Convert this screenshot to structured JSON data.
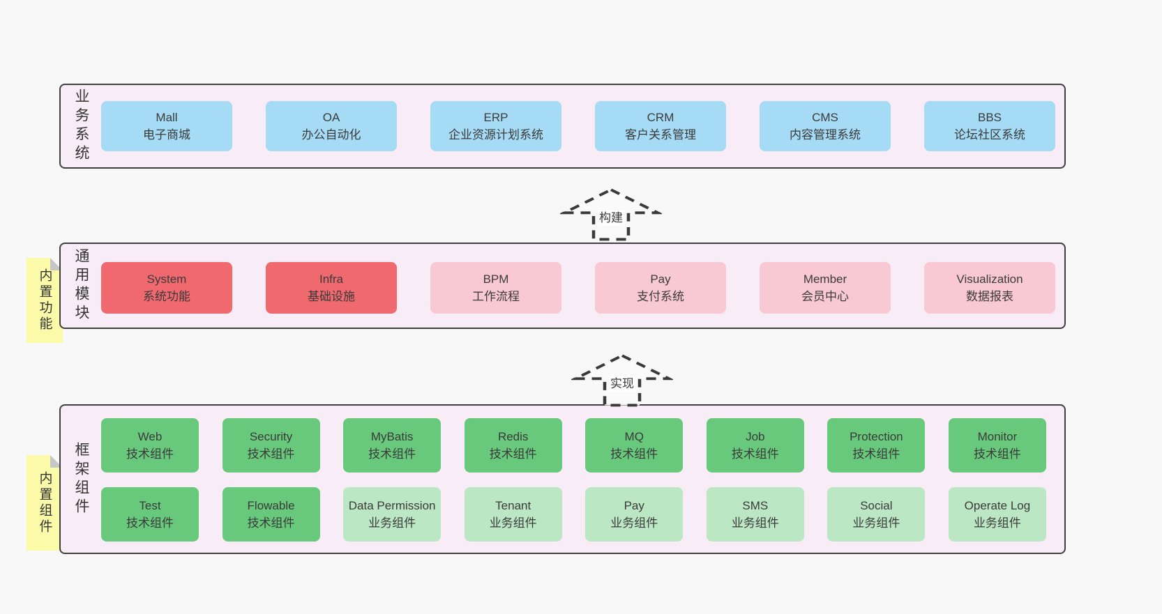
{
  "colors": {
    "page_background": "#f8f8f8",
    "container_background": "#f8edf6",
    "container_border": "#3f3f3f",
    "node_blue": "#a6dbf5",
    "node_red": "#f0696e",
    "node_pink": "#f9c9d3",
    "node_green": "#68c87c",
    "node_lightgreen": "#bce7c4",
    "sticky_yellow": "#fafaa8",
    "sticky_fold_gray": "#c6c6c6",
    "text": "#3a3a3a",
    "arrow_stroke": "#3a3a3a"
  },
  "layers": {
    "business": {
      "label": "业务系统",
      "boxes": [
        {
          "en": "Mall",
          "zh": "电子商城"
        },
        {
          "en": "OA",
          "zh": "办公自动化"
        },
        {
          "en": "ERP",
          "zh": "企业资源计划系统"
        },
        {
          "en": "CRM",
          "zh": "客户关系管理"
        },
        {
          "en": "CMS",
          "zh": "内容管理系统"
        },
        {
          "en": "BBS",
          "zh": "论坛社区系统"
        }
      ]
    },
    "modules": {
      "label": "通用模块",
      "boxes": [
        {
          "en": "System",
          "zh": "系统功能"
        },
        {
          "en": "Infra",
          "zh": "基础设施"
        },
        {
          "en": "BPM",
          "zh": "工作流程"
        },
        {
          "en": "Pay",
          "zh": "支付系统"
        },
        {
          "en": "Member",
          "zh": "会员中心"
        },
        {
          "en": "Visualization",
          "zh": "数据报表"
        }
      ]
    },
    "framework": {
      "label": "框架组件",
      "row1": [
        {
          "en": "Web",
          "zh": "技术组件"
        },
        {
          "en": "Security",
          "zh": "技术组件"
        },
        {
          "en": "MyBatis",
          "zh": "技术组件"
        },
        {
          "en": "Redis",
          "zh": "技术组件"
        },
        {
          "en": "MQ",
          "zh": "技术组件"
        },
        {
          "en": "Job",
          "zh": "技术组件"
        },
        {
          "en": "Protection",
          "zh": "技术组件"
        },
        {
          "en": "Monitor",
          "zh": "技术组件"
        }
      ],
      "row2": [
        {
          "en": "Test",
          "zh": "技术组件"
        },
        {
          "en": "Flowable",
          "zh": "技术组件"
        },
        {
          "en": "Data Permission",
          "zh": "业务组件"
        },
        {
          "en": "Tenant",
          "zh": "业务组件"
        },
        {
          "en": "Pay",
          "zh": "业务组件"
        },
        {
          "en": "SMS",
          "zh": "业务组件"
        },
        {
          "en": "Social",
          "zh": "业务组件"
        },
        {
          "en": "Operate Log",
          "zh": "业务组件"
        }
      ]
    }
  },
  "arrows": [
    {
      "label": "构建"
    },
    {
      "label": "实现"
    }
  ],
  "stickies": [
    {
      "label": "内置功能"
    },
    {
      "label": "内置组件"
    }
  ]
}
